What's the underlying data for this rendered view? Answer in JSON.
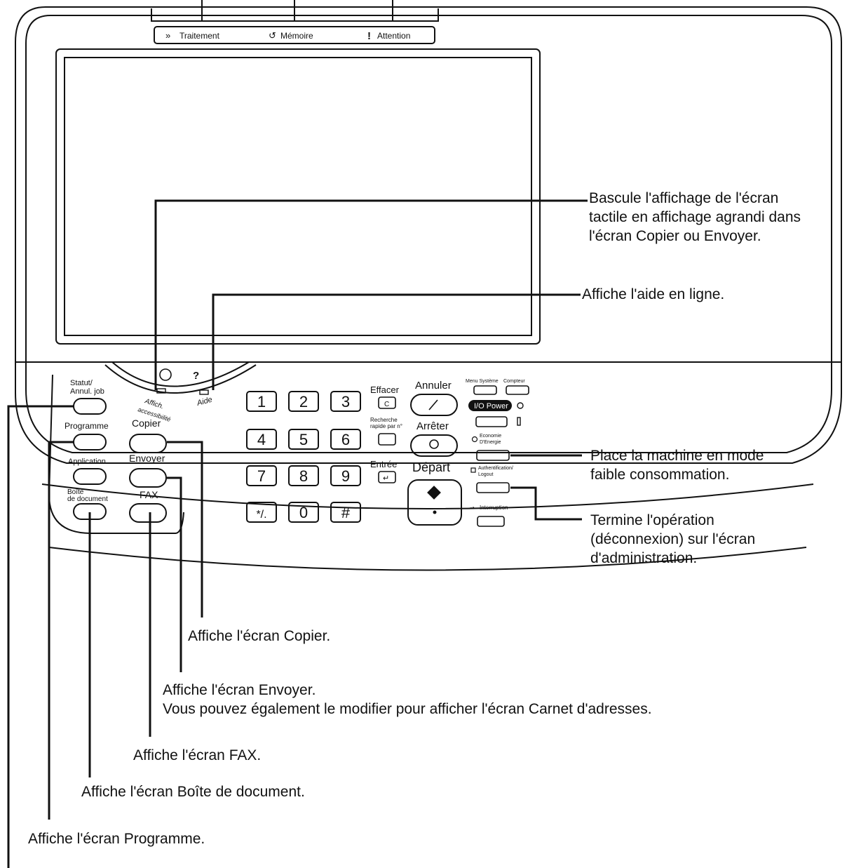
{
  "indicators": [
    {
      "label": "Traitement",
      "icon": "chevrons-icon"
    },
    {
      "label": "Mémoire",
      "icon": "memory-icon"
    },
    {
      "label": "Attention",
      "icon": "exclamation-icon"
    }
  ],
  "panel": {
    "mode_keys": {
      "status": [
        "Statut/",
        "Annul. job"
      ],
      "program": "Programme",
      "application": "Application",
      "document_box": [
        "Boîte",
        "de document"
      ],
      "copy": "Copier",
      "send": "Envoyer",
      "fax": "FAX"
    },
    "arc_keys": {
      "accessibility": [
        "Affich.",
        "accessibilité"
      ],
      "help": "Aide",
      "help_glyph": "?"
    },
    "keypad": [
      "1",
      "2",
      "3",
      "4",
      "5",
      "6",
      "7",
      "8",
      "9",
      "*/.",
      "0",
      "#"
    ],
    "function_keys": {
      "clear": "Effacer",
      "clear_glyph": "C",
      "quick_search": [
        "Recherche",
        "rapide par n°"
      ],
      "enter": "Entrée",
      "stop": "Annuler",
      "reset": "Arrêter",
      "start": "Départ"
    },
    "right_keys": {
      "system_menu": "Menu Système",
      "counter": "Compteur",
      "power": "I/O Power",
      "energy_saver": [
        "Economie",
        "D'Energie"
      ],
      "logout": [
        "Authentification/",
        "Logout"
      ],
      "interrupt": "Interruption"
    }
  },
  "callouts": {
    "accessibility": [
      "Bascule l'affichage de l'écran",
      "tactile en affichage agrandi dans",
      "l'écran Copier ou Envoyer."
    ],
    "help": [
      "Affiche l'aide en ligne."
    ],
    "energy_saver": [
      "Place la machine en mode",
      "faible consommation."
    ],
    "logout": [
      "Termine l'opération",
      "(déconnexion) sur l'écran",
      "d'administration."
    ],
    "copy": [
      "Affiche l'écran Copier."
    ],
    "send": [
      "Affiche l'écran Envoyer.",
      "Vous pouvez également le modifier pour afficher l'écran Carnet d'adresses."
    ],
    "fax": [
      "Affiche l'écran FAX."
    ],
    "document_box": [
      "Affiche l'écran Boîte de document."
    ],
    "program": [
      "Affiche l'écran Programme."
    ]
  }
}
